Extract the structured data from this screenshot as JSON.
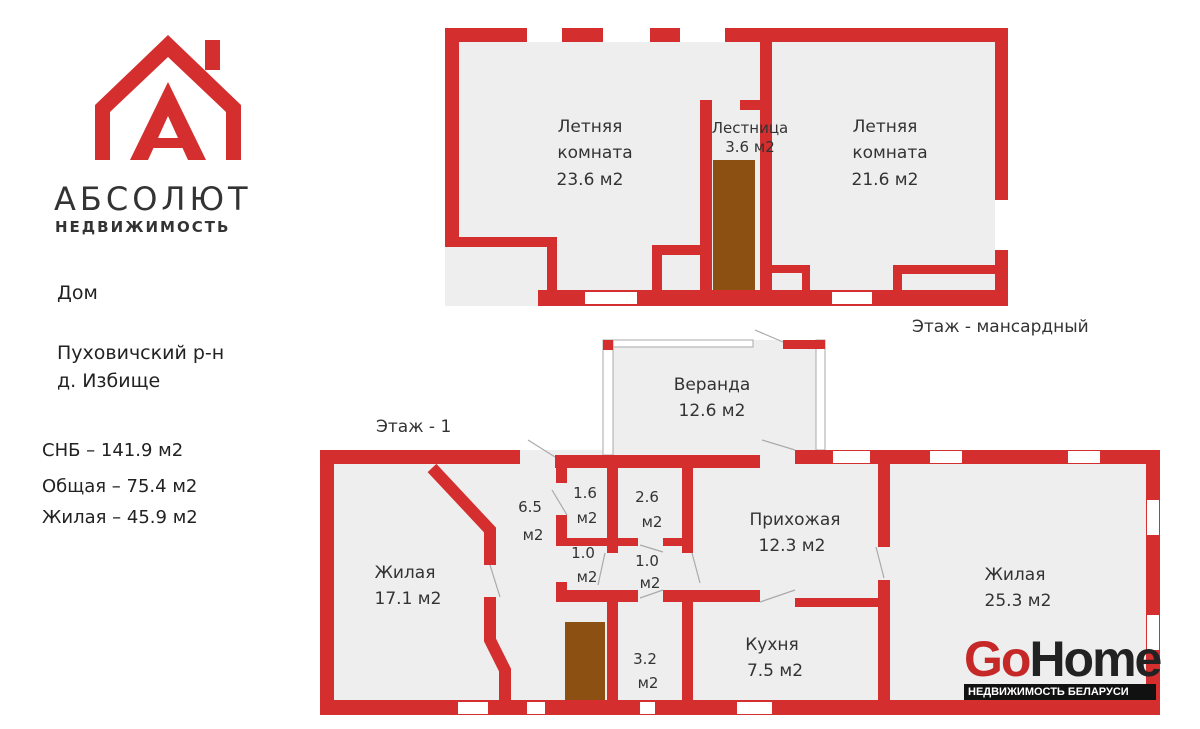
{
  "brand": {
    "name": "АБСОЛЮТ",
    "subtitle": "НЕДВИЖИМОСТЬ",
    "color": "#d42e2e"
  },
  "property": {
    "type": "Дом",
    "district": "Пуховичский р-н",
    "village": "д. Избище"
  },
  "areas": {
    "snb": "СНБ – 141.9 м2",
    "total": "Общая – 75.4 м2",
    "living": "Жилая – 45.9 м2"
  },
  "floors": {
    "attic": {
      "label": "Этаж - мансардный",
      "rooms": [
        {
          "name1": "Летняя",
          "name2": "комната",
          "area": "23.6 м2"
        },
        {
          "name1": "Лестница",
          "area": "3.6 м2"
        },
        {
          "name1": "Летняя",
          "name2": "комната",
          "area": "21.6 м2"
        }
      ]
    },
    "ground": {
      "label": "Этаж - 1",
      "rooms": [
        {
          "name": "Веранда",
          "area": "12.6 м2"
        },
        {
          "name": "Жилая",
          "area": "17.1 м2"
        },
        {
          "num": "6.5",
          "unit": "м2"
        },
        {
          "num": "1.6",
          "unit": "м2"
        },
        {
          "num": "2.6",
          "unit": "м2"
        },
        {
          "num": "1.0",
          "unit": "м2"
        },
        {
          "num": "1.0",
          "unit": "м2"
        },
        {
          "num": "3.2",
          "unit": "м2"
        },
        {
          "name": "Прихожая",
          "area": "12.3 м2"
        },
        {
          "name": "Кухня",
          "area": "7.5 м2"
        },
        {
          "name": "Жилая",
          "area": "25.3 м2"
        }
      ]
    }
  },
  "watermark": {
    "go": "Go",
    "home": "Home",
    "tagline": "НЕДВИЖИМОСТЬ БЕЛАРУСИ"
  },
  "colors": {
    "wall": "#d42e2e",
    "floor": "#eeeeee",
    "stairs": "#8b5012"
  }
}
